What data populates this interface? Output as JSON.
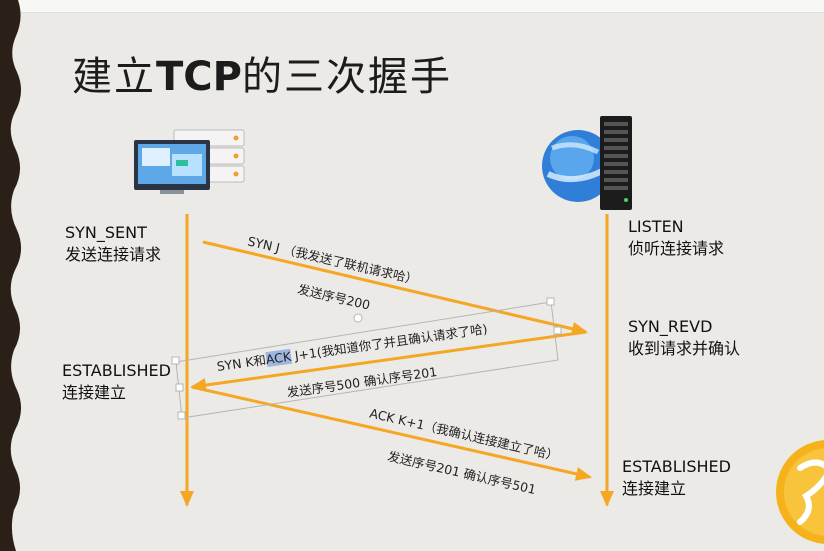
{
  "title": {
    "prefix": "建立",
    "tcp": "TCP",
    "suffix": "的三次握手"
  },
  "client": {
    "state1": "SYN_SENT",
    "desc1": "发送连接请求",
    "state2": "ESTABLISHED",
    "desc2": "连接建立"
  },
  "server": {
    "state1": "LISTEN",
    "desc1": "侦听连接请求",
    "state2": "SYN_REVD",
    "desc2": "收到请求并确认",
    "state3": "ESTABLISHED",
    "desc3": "连接建立"
  },
  "messages": {
    "m1_label": "SYN J （我发送了联机请求哈）",
    "m1_seq": "发送序号200",
    "m2_pre": "SYN K和",
    "m2_hl": "ACK",
    "m2_post": " J+1(我知道你了并且确认请求了哈)",
    "m2_seq": "发送序号500  确认序号201",
    "m3_label": "ACK K+1（我确认连接建立了哈）",
    "m3_seq": "发送序号201  确认序号501"
  },
  "colors": {
    "arrow": "#f5a623",
    "background": "#eceae6"
  },
  "icons": [
    "computer-icon",
    "globe-icon",
    "server-icon",
    "logo-badge-icon"
  ]
}
